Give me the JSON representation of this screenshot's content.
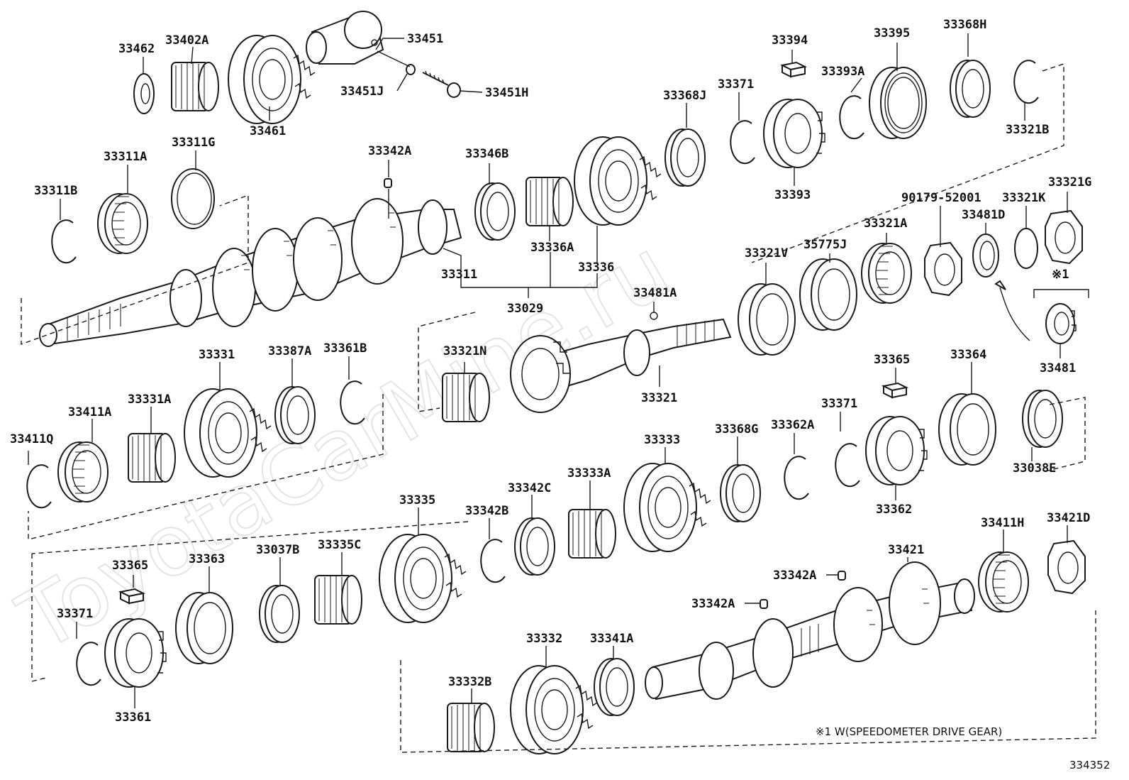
{
  "watermark": "ToyotaCarMine.ru",
  "footnote": "※1 W(SPEEDOMETER DRIVE GEAR)",
  "mark": "※1",
  "diagram_code": "334352",
  "labels": {
    "p33462": "33462",
    "p33402A": "33402A",
    "p33451": "33451",
    "p33451J": "33451J",
    "p33451H": "33451H",
    "p33461": "33461",
    "p33394": "33394",
    "p33395": "33395",
    "p33368H": "33368H",
    "p33393A": "33393A",
    "p33368J": "33368J",
    "p33371a": "33371",
    "p33321B": "33321B",
    "p33393": "33393",
    "p33311B": "33311B",
    "p33311A": "33311A",
    "p33311G": "33311G",
    "p33342Aa": "33342A",
    "p33346B": "33346B",
    "p33336A": "33336A",
    "p33336": "33336",
    "p33311": "33311",
    "p33029": "33029",
    "p90179": "90179-52001",
    "p33321K": "33321K",
    "p33321G": "33321G",
    "p33481D": "33481D",
    "p33321V": "33321V",
    "p35775J": "35775J",
    "p33321A": "33321A",
    "p33481A": "33481A",
    "p33481": "33481",
    "p33321N": "33321N",
    "p33321": "33321",
    "p33331": "33331",
    "p33387A": "33387A",
    "p33361B": "33361B",
    "p33411Q": "33411Q",
    "p33411A": "33411A",
    "p33331A": "33331A",
    "p33365a": "33365",
    "p33364": "33364",
    "p33333": "33333",
    "p33368G": "33368G",
    "p33362A": "33362A",
    "p33371b": "33371",
    "p33038E": "33038E",
    "p33362": "33362",
    "p33335": "33335",
    "p33342C": "33342C",
    "p33333A": "33333A",
    "p33342B": "33342B",
    "p33421": "33421",
    "p33411H": "33411H",
    "p33421D": "33421D",
    "p33365b": "33365",
    "p33363": "33363",
    "p33037B": "33037B",
    "p33335C": "33335C",
    "p33342Ab": "33342A",
    "p33342Ac": "33342A",
    "p33371c": "33371",
    "p33361": "33361",
    "p33332": "33332",
    "p33341A": "33341A",
    "p33332B": "33332B"
  }
}
